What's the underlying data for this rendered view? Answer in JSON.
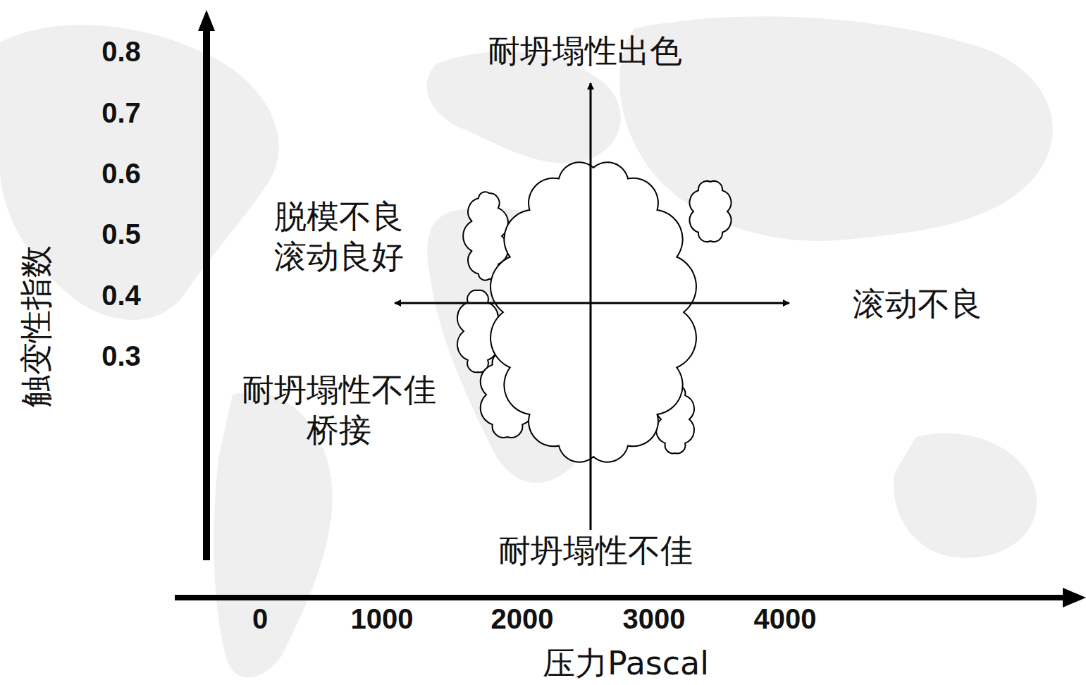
{
  "diagram": {
    "labels": [
      "0.8",
      "0.7",
      "0.6",
      "0.5",
      "0.4",
      "0.3",
      "触变性指数",
      "耐坍塌性出色",
      "脱模不良 滚动良好",
      "滚动不良",
      "耐坍塌性不佳 桥接",
      "耐坍塌性不佳",
      "0",
      "1000",
      "2000",
      "3000",
      "4000",
      "压力Pascal"
    ]
  }
}
